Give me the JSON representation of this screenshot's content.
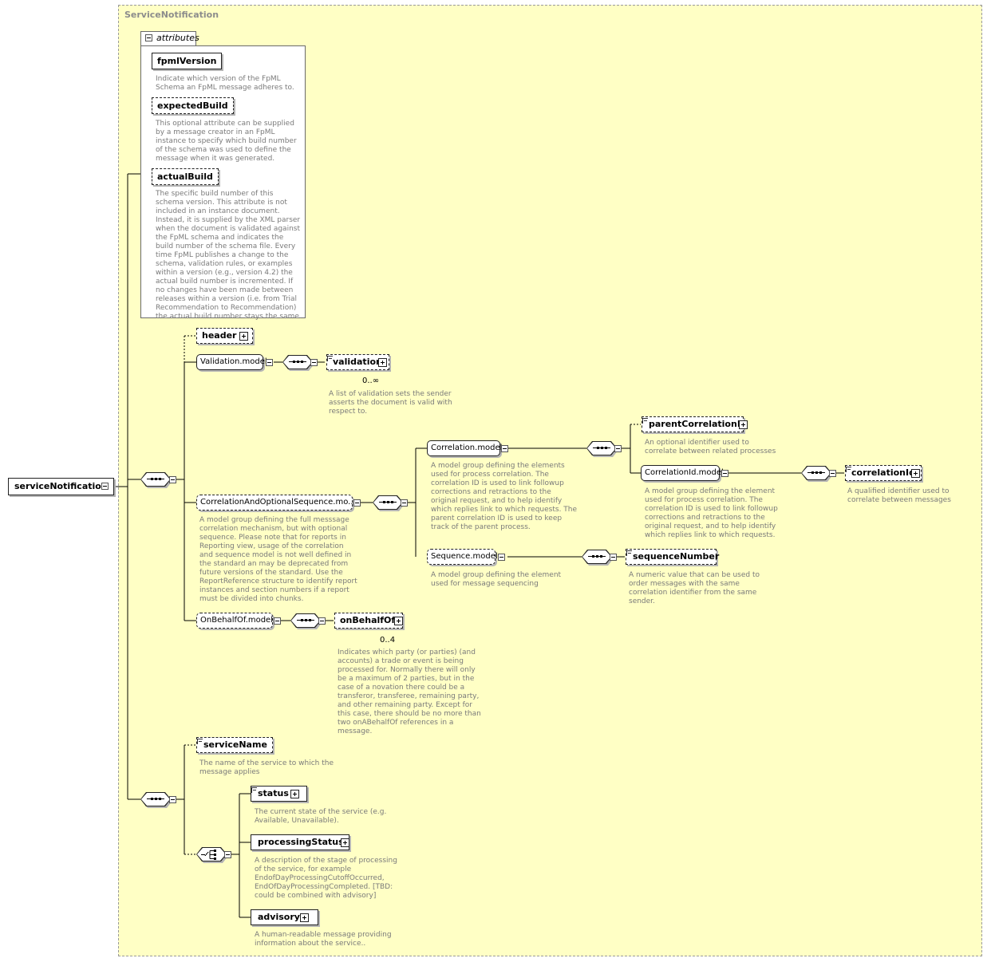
{
  "diagram": {
    "root": "serviceNotification",
    "container": "ServiceNotification",
    "attributes_label": "attributes",
    "attributes": [
      {
        "name": "fpmlVersion",
        "desc": "Indicate which version of the FpML Schema an FpML message adheres to."
      },
      {
        "name": "expectedBuild",
        "desc": "This optional attribute can be supplied by a message creator in an FpML instance to specify which build number of the schema was used to define the message when it was generated."
      },
      {
        "name": "actualBuild",
        "desc": "The specific build number of this schema version. This attribute is not included in an instance document. Instead, it is supplied by the XML parser when the document is validated against the FpML schema and indicates the build number of the schema file. Every time FpML publishes a change to the schema, validation rules, or examples within a version (e.g., version 4.2) the actual build number is incremented. If no changes have been made between releases within a version (i.e. from Trial Recommendation to Recommendation) the actual build number stays the same."
      }
    ],
    "header": "header",
    "validation_model": "Validation.model",
    "validation": {
      "name": "validation",
      "card": "0..∞",
      "desc": "A list of validation sets the sender asserts the document is valid with respect to."
    },
    "corr_opt_seq": {
      "name": "CorrelationAndOptionalSequence.mo...",
      "desc": "A model group defining the full messsage correlation mechanism, but with optional sequence. Please note that for reports in Reporting view, usage of the correlation and sequence model is not well defined in the standard an may be deprecated from future versions of the standard. Use the ReportReference structure to identify report instances and section numbers if a report must be divided into chunks."
    },
    "correlation_model": {
      "name": "Correlation.model",
      "desc": "A model group defining the elements used for process correlation. The correlation ID is used to link followup corrections and retractions to the original request, and to help identify which replies link to which requests. The parent correlation ID is used to keep track of the parent process."
    },
    "parent_correlation": {
      "name": "parentCorrelationId",
      "desc": "An optional identifier used to correlate between related processes"
    },
    "correlation_id_model": {
      "name": "CorrelationId.model",
      "desc": "A model group defining the element used for process correlation. The correlation ID is used to link followup corrections and retractions to the original request, and to help identify which replies link to which requests."
    },
    "correlation_id": {
      "name": "correlationId",
      "desc": "A qualified identifier used to correlate between messages"
    },
    "sequence_model": {
      "name": "Sequence.model",
      "desc": "A model group defining the element used for message sequencing"
    },
    "sequence_number": {
      "name": "sequenceNumber",
      "desc": "A numeric value that can be used to order messages with the same correlation identifier from the same sender."
    },
    "on_behalf_model": "OnBehalfOf.model",
    "on_behalf": {
      "name": "onBehalfOf",
      "card": "0..4",
      "desc": "Indicates which party (or parties) (and accounts) a trade or event is being processed for. Normally there will only be a maximum of 2 parties, but in the case of a novation there could be a transferor, transferee, remaining party, and other remaining party. Except for this case, there should be no more than two onABehalfOf references in a message."
    },
    "service_name": {
      "name": "serviceName",
      "desc": "The name of the service to which the message applies"
    },
    "status": {
      "name": "status",
      "desc": "The current state of the service (e.g. Available, Unavailable)."
    },
    "processing_status": {
      "name": "processingStatus",
      "desc": "A description of the stage of processing of the service, for example EndofDayProcessingCutoffOccurred, EndOfDayProcessingCompleted. [TBD: could be combined with advisory]"
    },
    "advisory": {
      "name": "advisory",
      "desc": "A human-readable message providing information about the service.."
    }
  }
}
